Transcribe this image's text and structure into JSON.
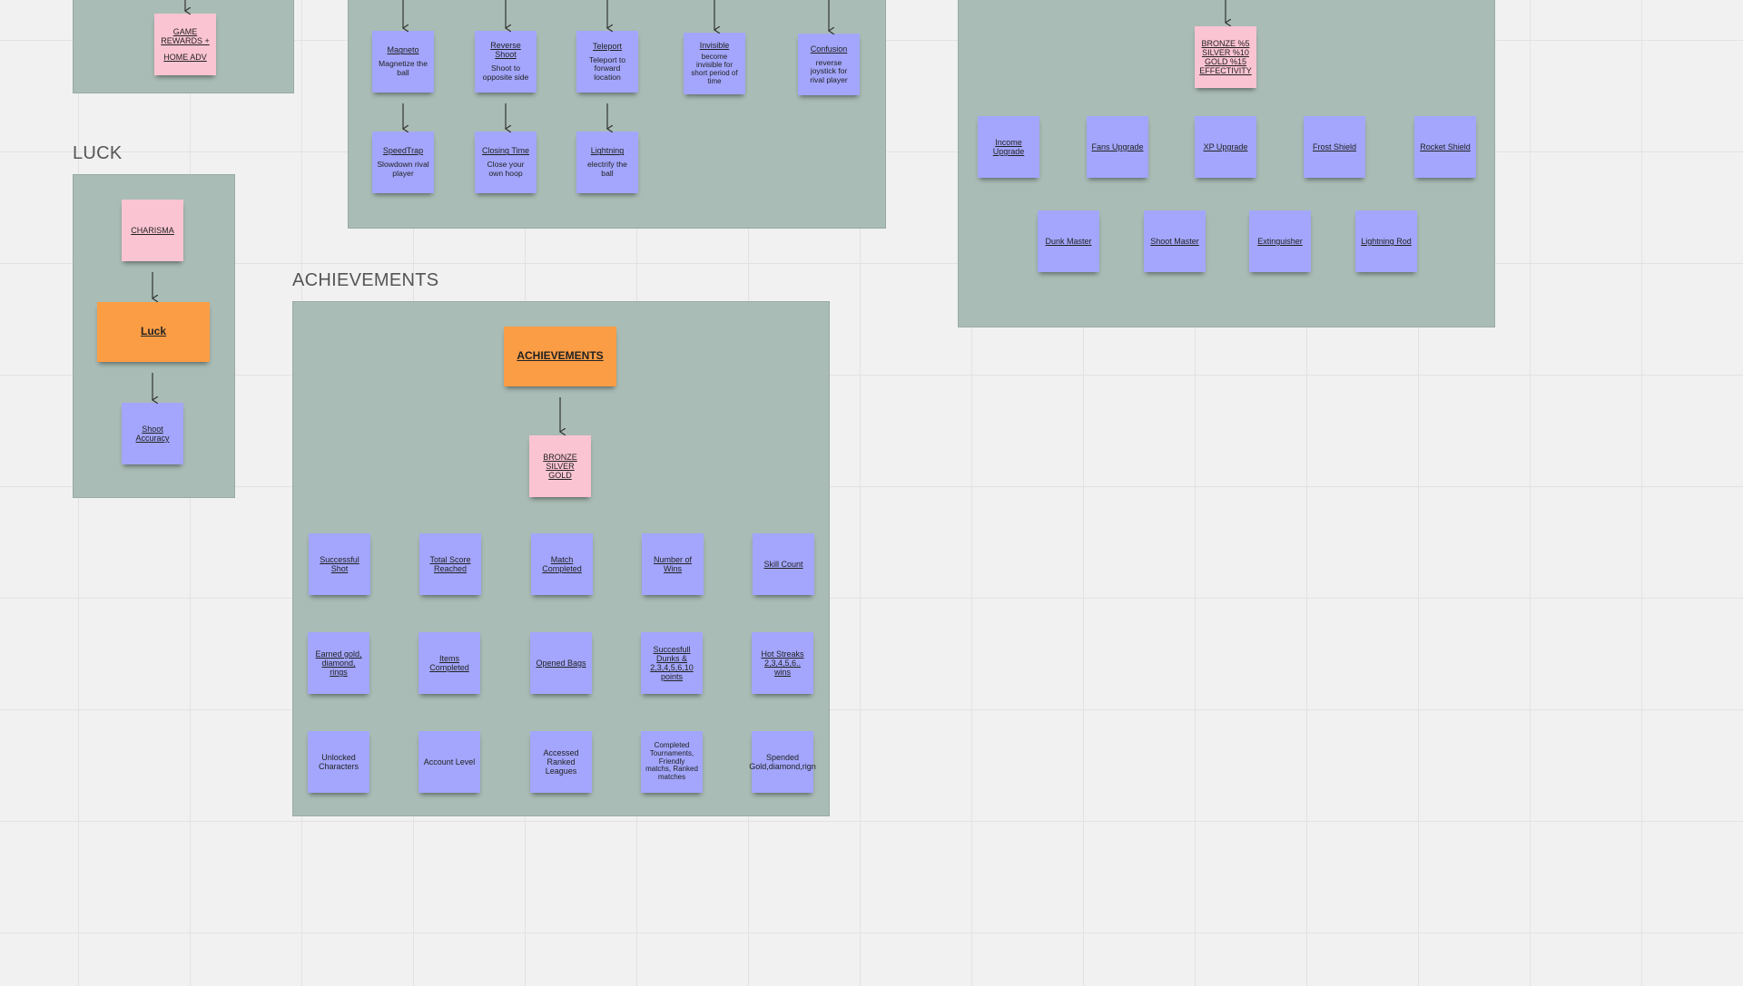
{
  "colors": {
    "canvas": "#f1f1f1",
    "frame": "#a9bcb5",
    "sticky_purple": "#a3a6fc",
    "sticky_pink": "#fbc4d3",
    "sticky_orange": "#fb9d45"
  },
  "sections": {
    "luck_title": "LUCK",
    "achievements_title": "ACHIEVEMENTS"
  },
  "rewards_frame": {
    "rewards_note": [
      "GAME",
      "REWARDS +",
      "HOME ADV"
    ]
  },
  "skills_frame": {
    "top_row": [
      {
        "title": "Magneto",
        "desc": "Magnetize the ball"
      },
      {
        "title": "Reverse Shoot",
        "desc": "Shoot to opposite side"
      },
      {
        "title": "Teleport",
        "desc": "Teleport to forward location"
      },
      {
        "title": "Invisible",
        "desc": "become invisible for short period of time"
      },
      {
        "title": "Confusion",
        "desc": "reverse joystick for rival player"
      }
    ],
    "bottom_row": [
      {
        "title": "SpeedTrap",
        "desc": "Slowdown rival player"
      },
      {
        "title": "Closing Time",
        "desc": "Close your own hoop"
      },
      {
        "title": "Lightning",
        "desc": "electrify the ball"
      }
    ]
  },
  "upgrades_frame": {
    "tier_note": "BRONZE %5 SILVER %10 GOLD %15 EFFECTIVITY",
    "row1": [
      "Income Upgrade",
      "Fans Upgrade",
      "XP Upgrade",
      "Frost Shield",
      "Rocket Shield"
    ],
    "row2": [
      "Dunk Master",
      "Shoot Master",
      "Extinguisher",
      "Lightning Rod"
    ]
  },
  "luck_frame": {
    "charisma": "CHARISMA",
    "luck": "Luck",
    "shoot_accuracy": "Shoot Accuracy"
  },
  "achievements_frame": {
    "header": "ACHIEVEMENTS",
    "tiers": "BRONZE SILVER GOLD",
    "row1": [
      "Successful Shot",
      "Total Score Reached",
      "Match Completed",
      "Number of Wins",
      "Skill Count"
    ],
    "row2": [
      "Earned gold, diamond, rings",
      "Items Completed",
      "Opened Bags",
      "Succesfull Dunks & 2,3,4,5,6,10 points",
      "Hot Streaks 2,3,4,5,6.. wins"
    ],
    "row3": [
      "Unlocked Characters",
      "Account Level",
      "Accessed Ranked Leagues",
      "Completed Tournaments, Friendly matchs, Ranked matches",
      "Spended Gold,diamond,rign"
    ]
  }
}
